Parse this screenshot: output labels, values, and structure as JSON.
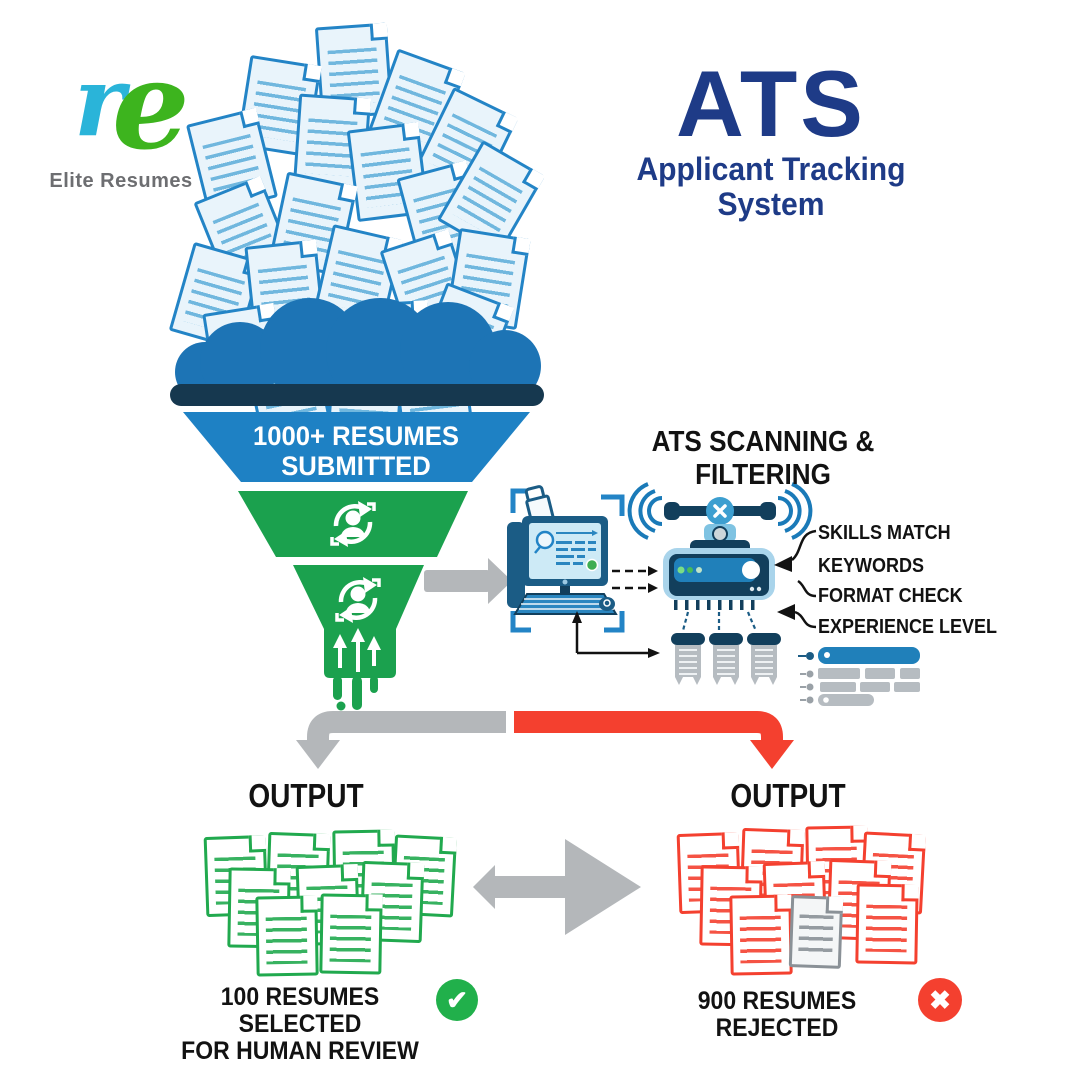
{
  "logo": {
    "mark_r": "r",
    "mark_e": "e",
    "caption": "Elite Resumes"
  },
  "title": {
    "main": "ATS",
    "subtitle_line1": "Applicant Tracking",
    "subtitle_line2": "System"
  },
  "funnel": {
    "stage1_line1": "1000+ RESUMES",
    "stage1_line2": "SUBMITTED"
  },
  "scanning": {
    "heading": "ATS SCANNING & FILTERING",
    "criteria": [
      "SKILLS MATCH",
      "KEYWORDS",
      "FORMAT CHECK",
      "EXPERIENCE LEVEL"
    ]
  },
  "outputs": {
    "left": {
      "heading": "OUTPUT",
      "caption_line1": "100 RESUMES SELECTED",
      "caption_line2": "FOR HUMAN REVIEW",
      "status": "selected"
    },
    "right": {
      "heading": "OUTPUT",
      "caption": "900 RESUMES REJECTED",
      "status": "rejected"
    }
  },
  "icons": {
    "check_glyph": "✔",
    "cross_glyph": "✖",
    "funnel_stage_icon": "candidate-screening-refresh-icon",
    "scanner_icon": "ats-scanner-robot-icon",
    "computer_icon": "desktop-computer-icon"
  },
  "colors": {
    "navy_title": "#1e3b87",
    "funnel_rim": "#16384f",
    "funnel_blue": "#1e81c4",
    "funnel_green": "#1ba14e",
    "doc_blue_outline": "#2384c6",
    "doc_green_outline": "#21a94e",
    "doc_red_outline": "#f4402f",
    "arrow_gray": "#b4b7ba",
    "arrow_red": "#f4402f",
    "check_green": "#21b04b",
    "cross_red": "#f4402f",
    "logo_cyan": "#2ab4d9",
    "logo_green": "#3db41e"
  }
}
